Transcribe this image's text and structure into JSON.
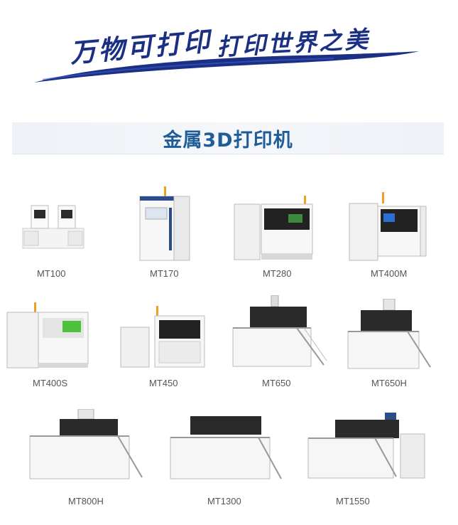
{
  "banner": {
    "slogan_left": "万物可打印",
    "slogan_right": "打印世界之美",
    "brand_color": "#1b2f84"
  },
  "section": {
    "title": "金属3D打印机",
    "title_color": "#1f5d99"
  },
  "products": [
    {
      "name": "MT100"
    },
    {
      "name": "MT170"
    },
    {
      "name": "MT280"
    },
    {
      "name": "MT400M"
    },
    {
      "name": "MT400S"
    },
    {
      "name": "MT450"
    },
    {
      "name": "MT650"
    },
    {
      "name": "MT650H"
    },
    {
      "name": "MT800H"
    },
    {
      "name": "MT1300"
    },
    {
      "name": "MT1550"
    }
  ]
}
